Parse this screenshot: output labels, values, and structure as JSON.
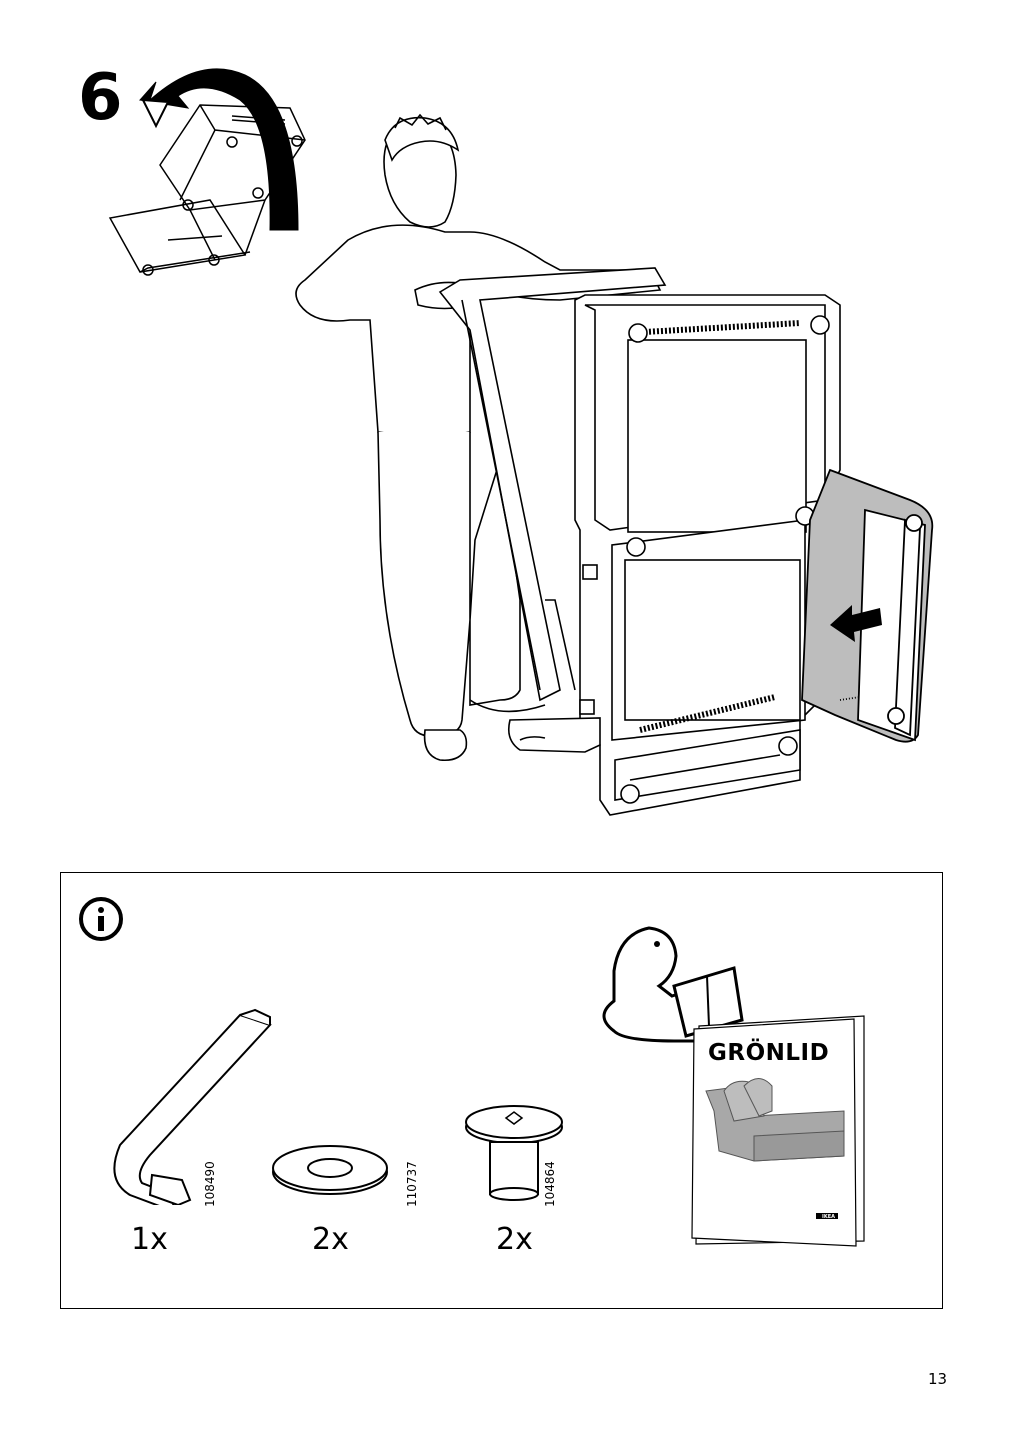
{
  "step": {
    "number": "6"
  },
  "parts": [
    {
      "quantity": "1x",
      "part_number": "108490",
      "name": "allen-key"
    },
    {
      "quantity": "2x",
      "part_number": "110737",
      "name": "washer"
    },
    {
      "quantity": "2x",
      "part_number": "104864",
      "name": "screw"
    }
  ],
  "manual": {
    "title": "GRÖNLID",
    "brand": "IKEA"
  },
  "footer": {
    "page_number": "13"
  },
  "colors": {
    "ink": "#000000",
    "panel_gray": "#bdbdbd",
    "paper": "#ffffff",
    "cover_gray": "#a8a8a8"
  },
  "icons": [
    "info-icon",
    "rotate-arrow-icon",
    "push-arrow-icon",
    "reading-person-icon"
  ]
}
